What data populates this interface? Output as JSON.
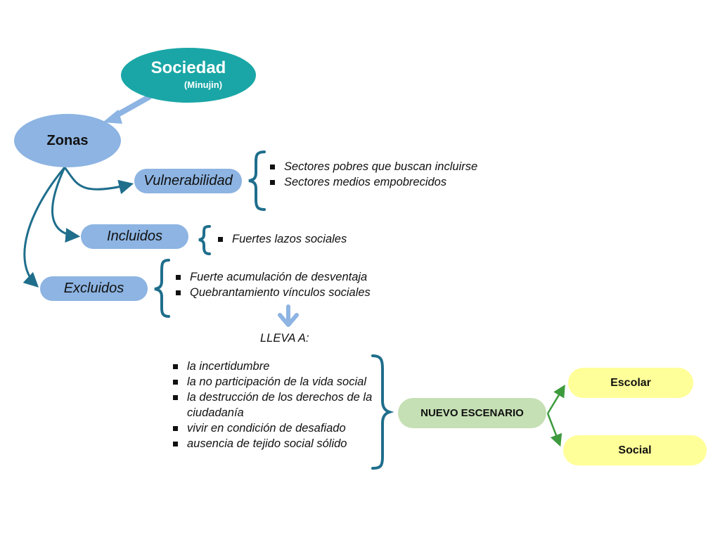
{
  "nodes": {
    "sociedad": {
      "title": "Sociedad",
      "subtitle": "(Minujin)"
    },
    "zonas": "Zonas",
    "vulnerabilidad": "Vulnerabilidad",
    "incluidos": "Incluidos",
    "excluidos": "Excluidos",
    "nuevo_escenario": "NUEVO ESCENARIO",
    "escolar": "Escolar",
    "social": "Social"
  },
  "lists": {
    "vulnerabilidad": [
      "Sectores pobres que buscan incluirse",
      "Sectores medios empobrecidos"
    ],
    "incluidos": [
      "Fuertes lazos sociales"
    ],
    "excluidos": [
      "Fuerte acumulación de desventaja",
      "Quebrantamiento vínculos sociales"
    ],
    "lleva_a": [
      "la incertidumbre",
      "la no participación de la vida social",
      "la destrucción de los derechos de la ciudadanía",
      "vivir en condición de desafiado",
      "ausencia de tejido social sólido"
    ]
  },
  "lleva_a_label": "LLEVA A:",
  "colors": {
    "sociedad": "#1aa6a6",
    "zonas": "#8db4e2",
    "category": "#8db4e2",
    "nuevo_escenario": "#c5e0b4",
    "outcome": "#ffff99",
    "connector": "#1f6e8c",
    "arrow_light": "#8db4e2",
    "green_arrow": "#3d9a3d"
  }
}
